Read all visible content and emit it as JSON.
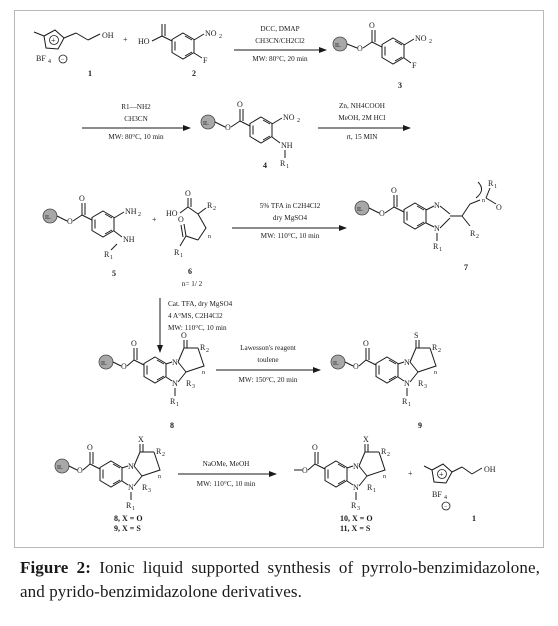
{
  "figure": {
    "label": "Figure 2:",
    "caption": "Ionic liquid supported synthesis of pyrrolo-benzimidazolone, and pyrido-benzimidazolone derivatives."
  },
  "il_label": "IL",
  "compounds": {
    "c1": "1",
    "c2": "2",
    "c3": "3",
    "c4": "4",
    "c5": "5",
    "c6": "6",
    "c7": "7",
    "c8": "8",
    "c9": "9",
    "c10": "10, X = O",
    "c11": "11, X = S",
    "c8x": "8, X = O",
    "c9x": "9, X = S",
    "c1b": "1",
    "n_values": "n= 1/ 2"
  },
  "conditions": {
    "step1_reagent": "DCC, DMAP",
    "step1_solvent": "CH3CN/CH2Cl2",
    "step1_time": "MW: 80°C, 20 min",
    "step2_reagent": "R1—NH2",
    "step2_solvent": "CH3CN",
    "step2_time": "MW: 80°C, 10 min",
    "step3_reagent": "Zn, NH4COOH",
    "step3_solvent": "MeOH, 2M HCl",
    "step3_time": "rt, 15 MIN",
    "step4_reagent": "5% TFA in C2H4Cl2",
    "step4_drying": "dry MgSO4",
    "step4_time": "MW: 110°C, 10 min",
    "step5_reagent": "Cat. TFA, dry MgSO4",
    "step5_sieves": "4 A°MS, C2H4Cl2",
    "step5_time": "MW: 110°C, 10 min",
    "step6_reagent": "Lawesson's reagent",
    "step6_solvent": "toulene",
    "step6_time": "MW: 150°C, 20 min",
    "step7_reagent": "NaOMe, MeOH",
    "step7_time": "MW: 110°C, 10 min"
  }
}
